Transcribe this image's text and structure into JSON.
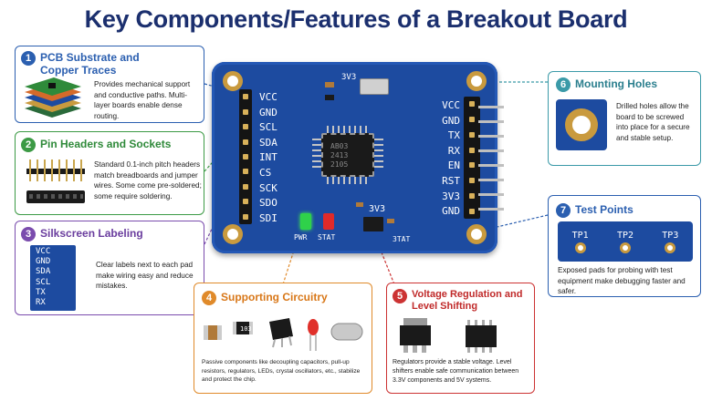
{
  "title": "Key Components/Features of a Breakout Board",
  "callouts": {
    "c1": {
      "num": "1",
      "title": "PCB Substrate and Copper Traces",
      "desc": "Provides mechanical support and conductive paths. Multi-layer boards enable dense routing."
    },
    "c2": {
      "num": "2",
      "title": "Pin Headers and Sockets",
      "desc": "Standard 0.1-inch pitch headers match breadboards and jumper wires. Some come pre-soldered; some require soldering."
    },
    "c3": {
      "num": "3",
      "title": "Silkscreen Labeling",
      "labels": [
        "VCC",
        "GND",
        "SDA",
        "SCL",
        "TX",
        "RX"
      ],
      "desc": "Clear labels next to each pad make wiring easy and reduce mistakes."
    },
    "c4": {
      "num": "4",
      "title": "Supporting Circuitry",
      "desc": "Passive components like decoupling capacitors, pull-up resistors, regulators, LEDs, crystal oscillators, etc., stabilize and protect the chip.",
      "resistor_code": "103"
    },
    "c5": {
      "num": "5",
      "title": "Voltage Regulation and Level Shifting",
      "desc": "Regulators provide a stable voltage. Level shifters enable safe communication between 3.3V components and 5V systems."
    },
    "c6": {
      "num": "6",
      "title": "Mounting Holes",
      "desc": "Drilled holes allow the board to be screwed into place for a secure and stable setup."
    },
    "c7": {
      "num": "7",
      "title": "Test Points",
      "points": [
        "TP1",
        "TP2",
        "TP3"
      ],
      "desc": "Exposed pads for probing with test equipment make debugging faster and safer."
    }
  },
  "board": {
    "left_labels": [
      "VCC",
      "GND",
      "SCL",
      "SDA",
      "INT",
      "CS",
      "SCK",
      "SDO",
      "SDI"
    ],
    "right_labels": [
      "VCC",
      "GND",
      "TX",
      "RX",
      "EN",
      "RST",
      "3V3",
      "GND"
    ],
    "top_label": "3V3",
    "chip_marking": [
      "AB03",
      "2413",
      "2105"
    ],
    "reg_label": "3V3",
    "pwr_label": "PWR",
    "stat_label": "STAT",
    "stat2_label": "3TAT"
  },
  "colors": {
    "pcb": "#1d4ba0",
    "copper": "#c99a3e",
    "c1": "#2b5fb0",
    "c2": "#3c9a45",
    "c3": "#7a4cad",
    "c4": "#e08a2a",
    "c5": "#cc3333",
    "c6": "#3b9aa8",
    "c7": "#2b5fb0"
  }
}
